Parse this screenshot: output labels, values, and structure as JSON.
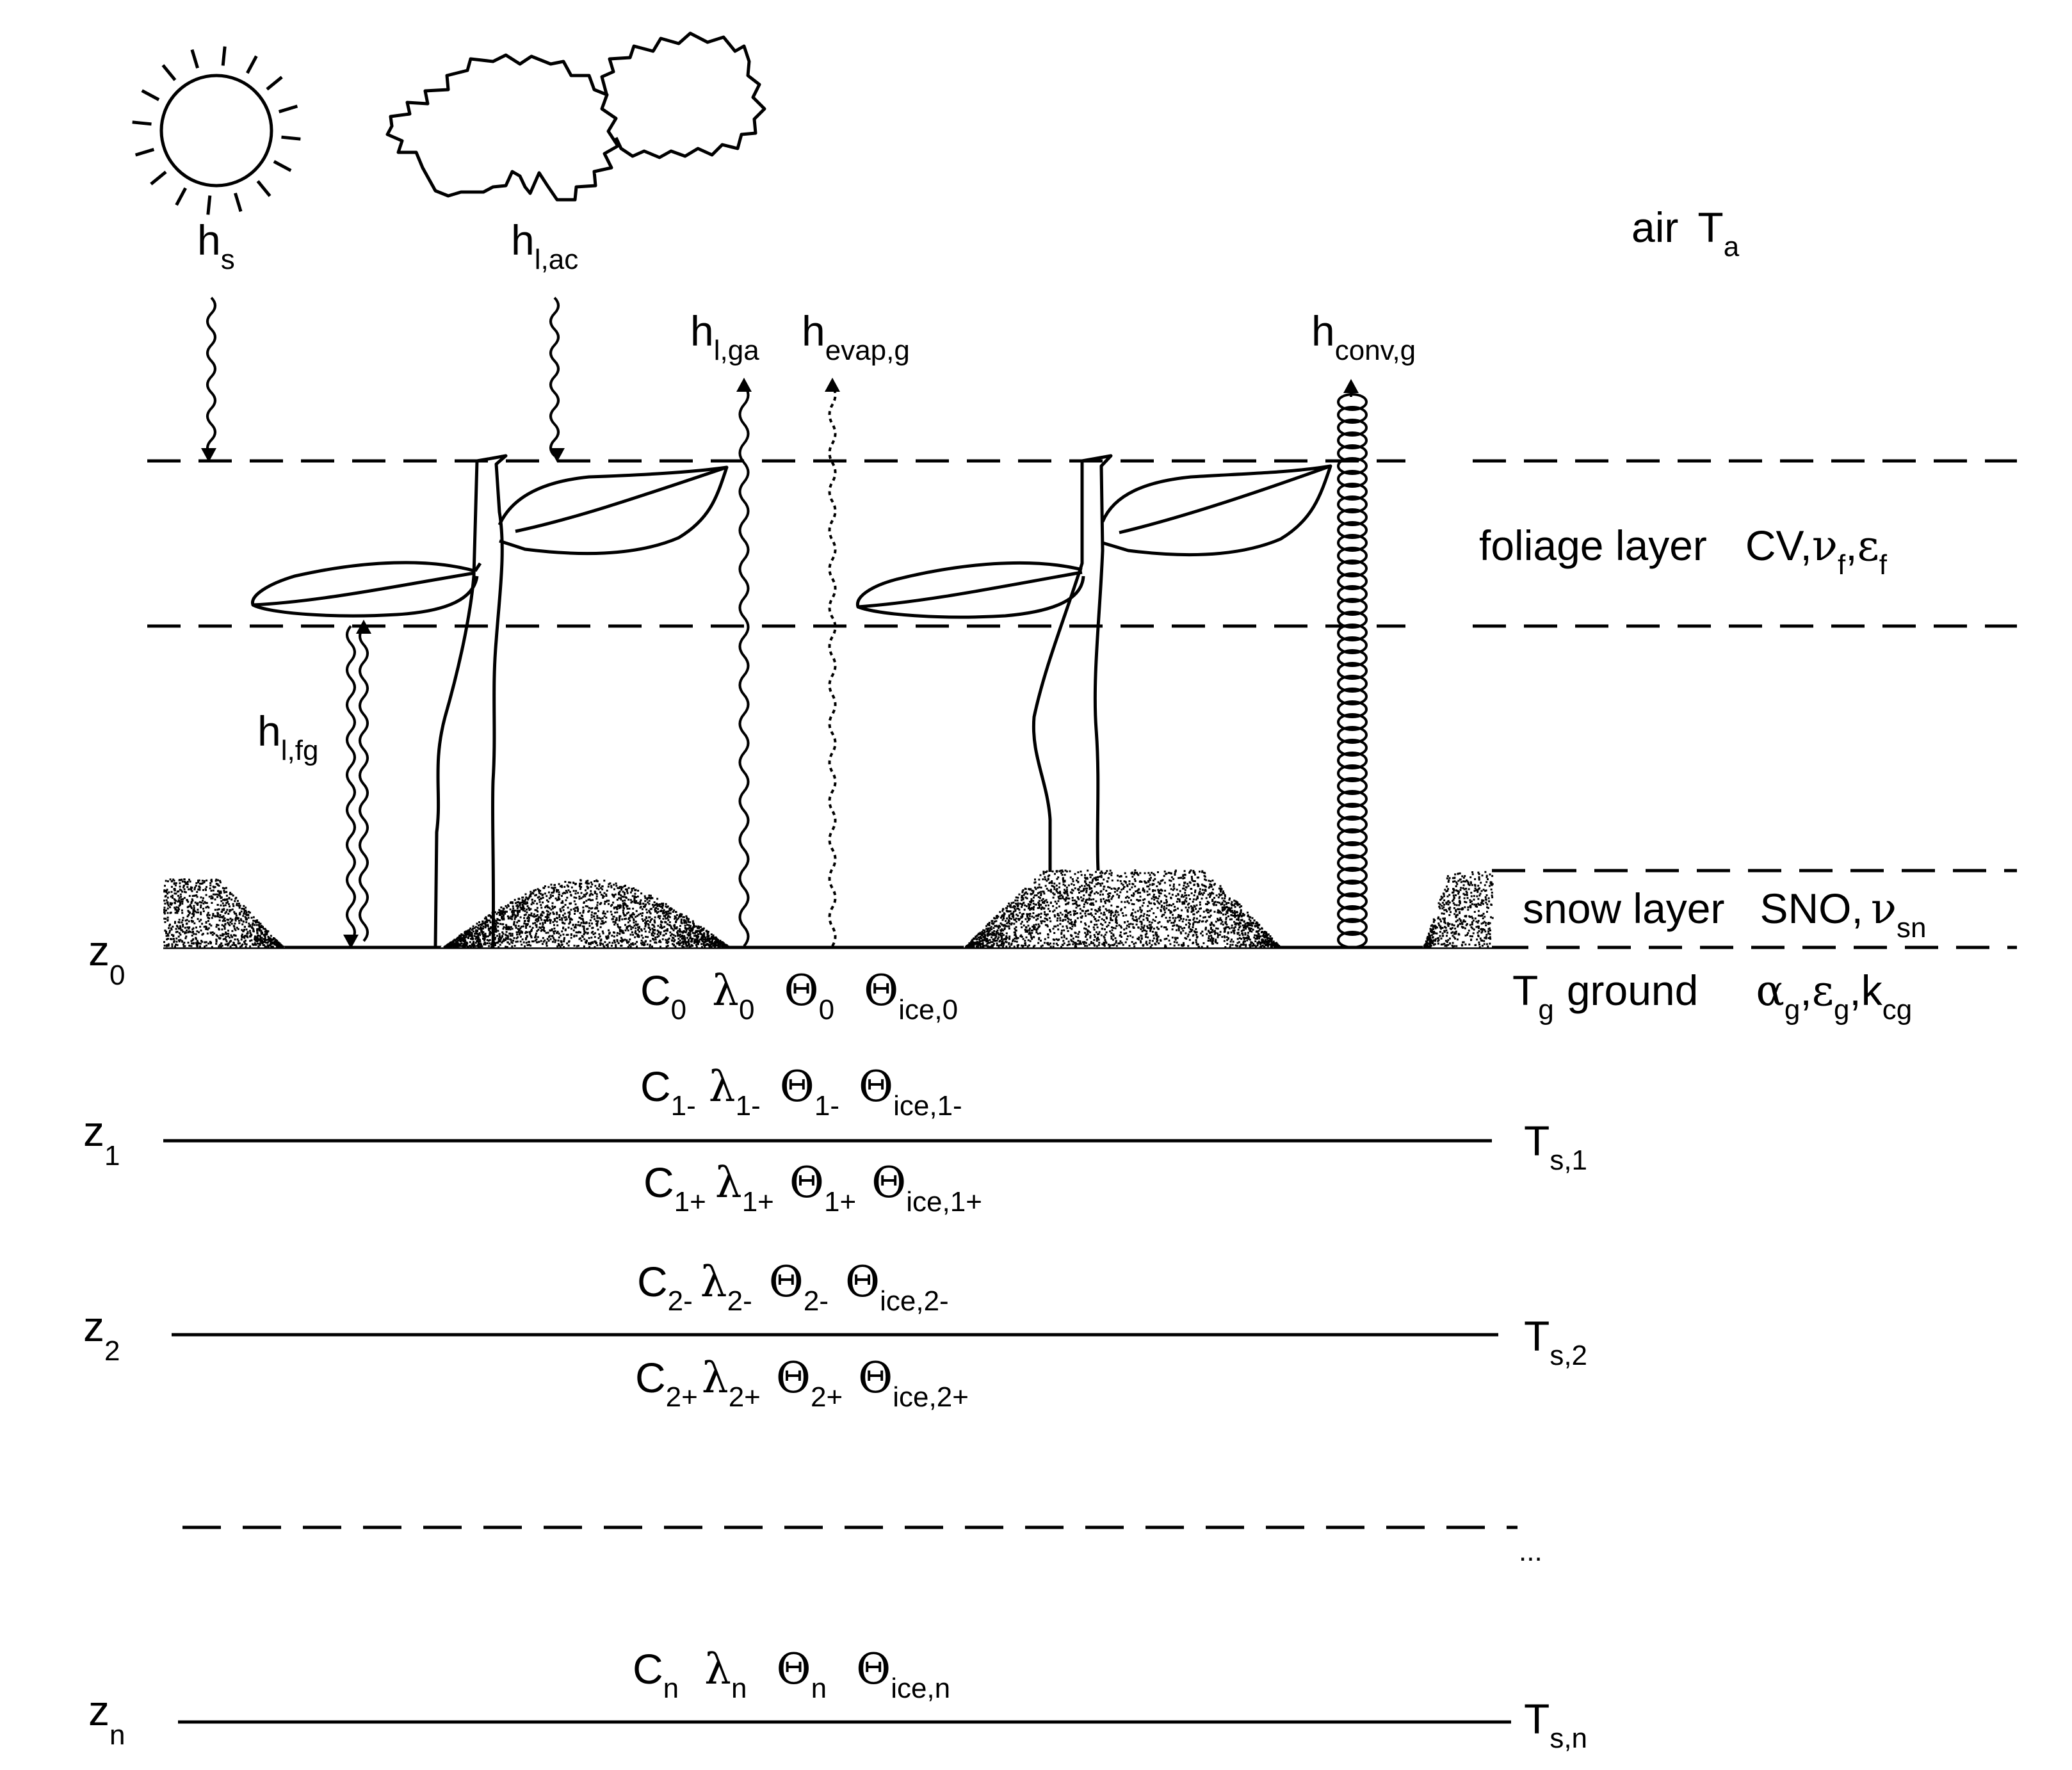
{
  "atmosphere": {
    "air": {
      "text": "air",
      "sym": "T",
      "sub": "a"
    }
  },
  "fluxes": {
    "hs": {
      "sym": "h",
      "sub": "s"
    },
    "hlac": {
      "sym": "h",
      "sub": "l,ac"
    },
    "hlga": {
      "sym": "h",
      "sub": "l,ga"
    },
    "hevapg": {
      "sym": "h",
      "sub": "evap,g"
    },
    "hconvg": {
      "sym": "h",
      "sub": "conv,g"
    },
    "hlfg": {
      "sym": "h",
      "sub": "l,fg"
    }
  },
  "layers": {
    "foliage": {
      "text": "foliage layer",
      "p1": "CV,",
      "nu": "ν",
      "nusub": "f",
      "comma": ",",
      "eps": "ε",
      "epssub": "f"
    },
    "snow": {
      "text": "snow layer",
      "p1": "SNO,",
      "nu": "ν",
      "nusub": "sn"
    },
    "ground": {
      "T": "T",
      "Tsub": "g",
      "text": "ground",
      "alpha": "α",
      "alphasub": "g",
      "c1": ",",
      "eps": "ε",
      "epssub": "g",
      "c2": ",",
      "k": "k",
      "ksub": "cg"
    },
    "ellipsis": "..."
  },
  "depths": {
    "z0": {
      "sym": "z",
      "sub": "0"
    },
    "z1": {
      "sym": "z",
      "sub": "1"
    },
    "z2": {
      "sym": "z",
      "sub": "2"
    },
    "zn": {
      "sym": "z",
      "sub": "n"
    }
  },
  "soil_temps": {
    "ts1": {
      "sym": "T",
      "sub": "s,1"
    },
    "ts2": {
      "sym": "T",
      "sub": "s,2"
    },
    "tsn": {
      "sym": "T",
      "sub": "s,n"
    }
  },
  "properties": {
    "row0": {
      "C": "C",
      "Csub": "0",
      "L": "λ",
      "Lsub": "0",
      "Th": "Θ",
      "Thsub": "0",
      "Ti": "Θ",
      "Tisub": "ice,0"
    },
    "row1m": {
      "C": "C",
      "Csub": "1-",
      "L": "λ",
      "Lsub": "1-",
      "Th": "Θ",
      "Thsub": "1-",
      "Ti": "Θ",
      "Tisub": "ice,1-"
    },
    "row1p": {
      "C": "C",
      "Csub": "1+",
      "L": "λ",
      "Lsub": "1+",
      "Th": "Θ",
      "Thsub": "1+",
      "Ti": "Θ",
      "Tisub": "ice,1+"
    },
    "row2m": {
      "C": "C",
      "Csub": "2-",
      "L": "λ",
      "Lsub": "2-",
      "Th": "Θ",
      "Thsub": "2-",
      "Ti": "Θ",
      "Tisub": "ice,2-"
    },
    "row2p": {
      "C": "C",
      "Csub": "2+",
      "L": "λ",
      "Lsub": "2+",
      "Th": "Θ",
      "Thsub": "2+",
      "Ti": "Θ",
      "Tisub": "ice,2+"
    },
    "rown": {
      "C": "C",
      "Csub": "n",
      "L": "λ",
      "Lsub": "n",
      "Th": "Θ",
      "Thsub": "n",
      "Ti": "Θ",
      "Tisub": "ice,n"
    }
  },
  "colors": {
    "ink": "#000000",
    "background": "#ffffff"
  }
}
